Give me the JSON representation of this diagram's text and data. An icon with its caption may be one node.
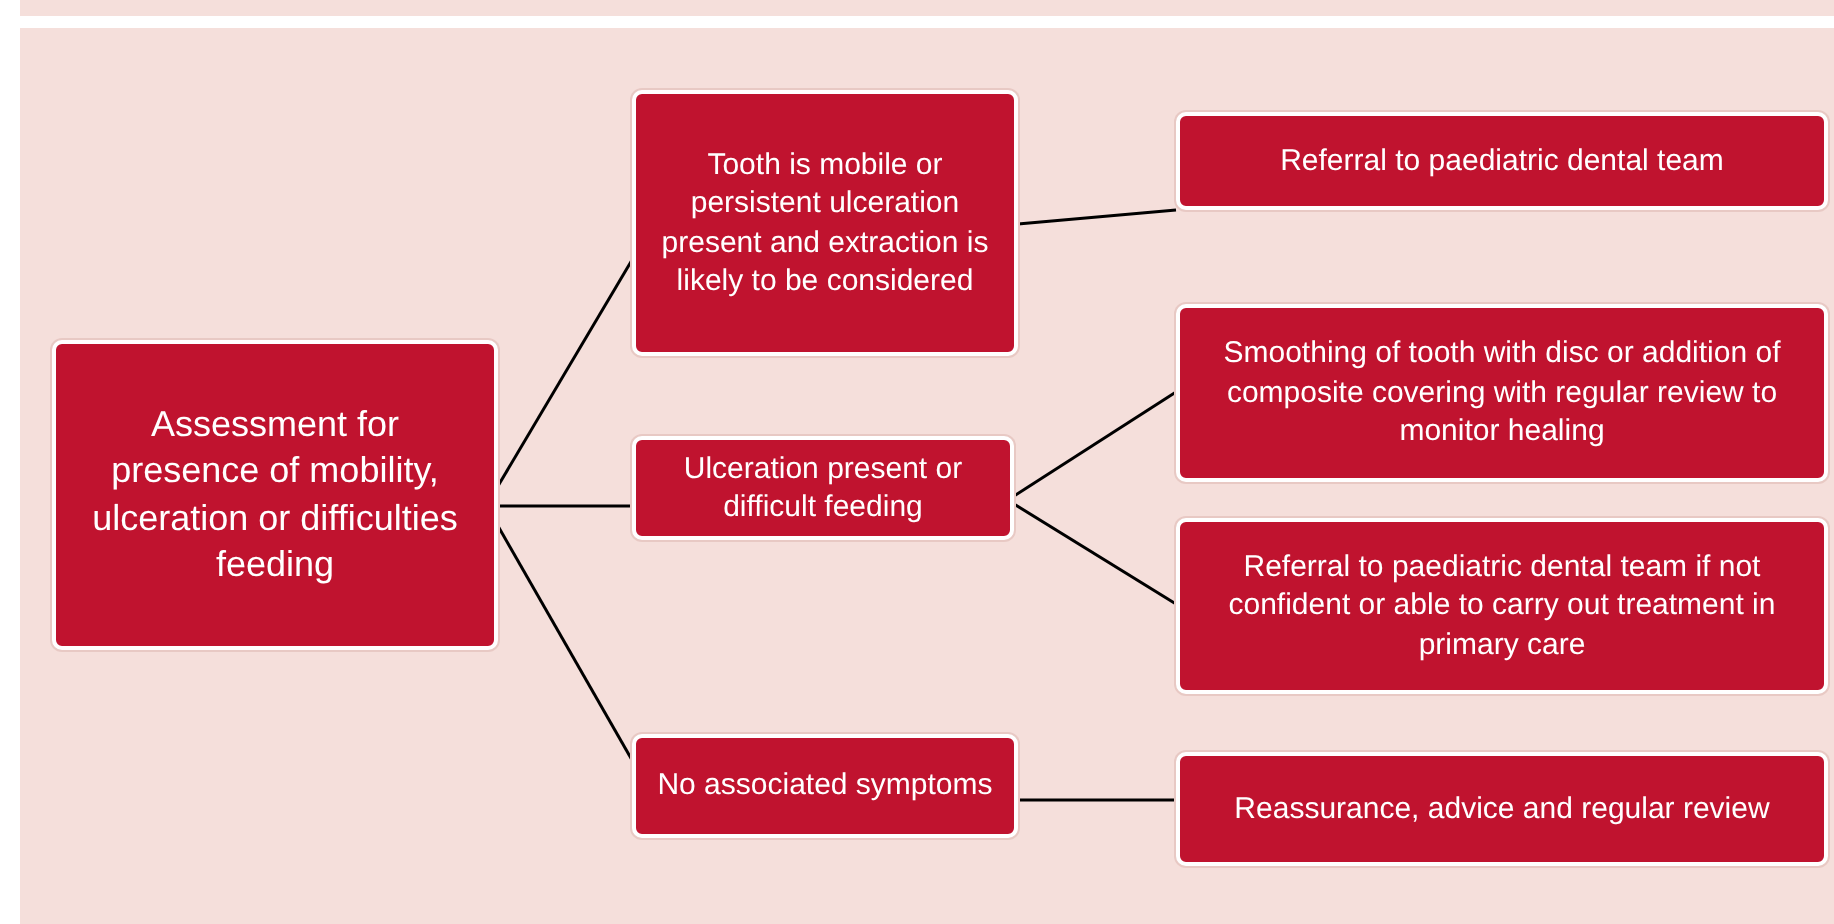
{
  "diagram": {
    "nodes": [
      {
        "text": [
          "Assessment for presence of mobility, ulceration or difficulties feeding"
        ]
      },
      {
        "text": [
          "Tooth is mobile or persistent ulceration present and extraction is likely to be considered"
        ]
      },
      {
        "text": [
          "Ulceration present or difficult feeding"
        ]
      },
      {
        "text": [
          "No associated symptoms"
        ]
      },
      {
        "text": [
          "Referral to paediatric dental team"
        ]
      },
      {
        "text": [
          "Smoothing of tooth with disc or addition of composite covering with regular review to monitor healing"
        ]
      },
      {
        "text": [
          "Referral to paediatric dental team if not confident or able to carry out treatment in primary care"
        ]
      },
      {
        "text": [
          "Reassurance, advice and regular review"
        ]
      }
    ],
    "edges": [
      {
        "from": 0,
        "to": 1,
        "arrow": "none"
      },
      {
        "from": 0,
        "to": 2,
        "arrow": "none"
      },
      {
        "from": 0,
        "to": 3,
        "arrow": "none"
      },
      {
        "from": 1,
        "to": 4,
        "arrow": "none"
      },
      {
        "from": 2,
        "to": 5,
        "arrow": "none"
      },
      {
        "from": 2,
        "to": 6,
        "arrow": "none"
      },
      {
        "from": 3,
        "to": 7,
        "arrow": "none"
      }
    ]
  }
}
